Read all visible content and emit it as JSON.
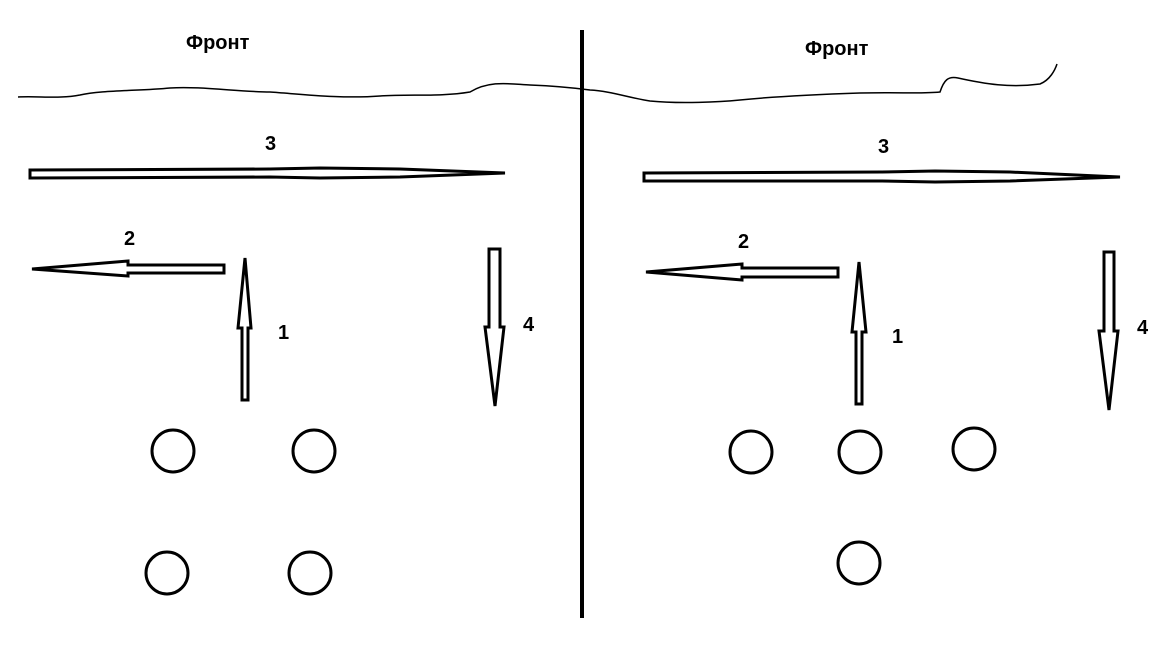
{
  "colors": {
    "ink": "#000000",
    "background": "#ffffff"
  },
  "panels": [
    {
      "front_label": "Фронт",
      "arrows": [
        {
          "label": "3",
          "direction": "right"
        },
        {
          "label": "2",
          "direction": "left"
        },
        {
          "label": "1",
          "direction": "up"
        },
        {
          "label": "4",
          "direction": "down"
        }
      ],
      "formation_count": 4
    },
    {
      "front_label": "Фронт",
      "arrows": [
        {
          "label": "3",
          "direction": "right"
        },
        {
          "label": "2",
          "direction": "left"
        },
        {
          "label": "1",
          "direction": "up"
        },
        {
          "label": "4",
          "direction": "down"
        }
      ],
      "formation_count": 4
    }
  ]
}
